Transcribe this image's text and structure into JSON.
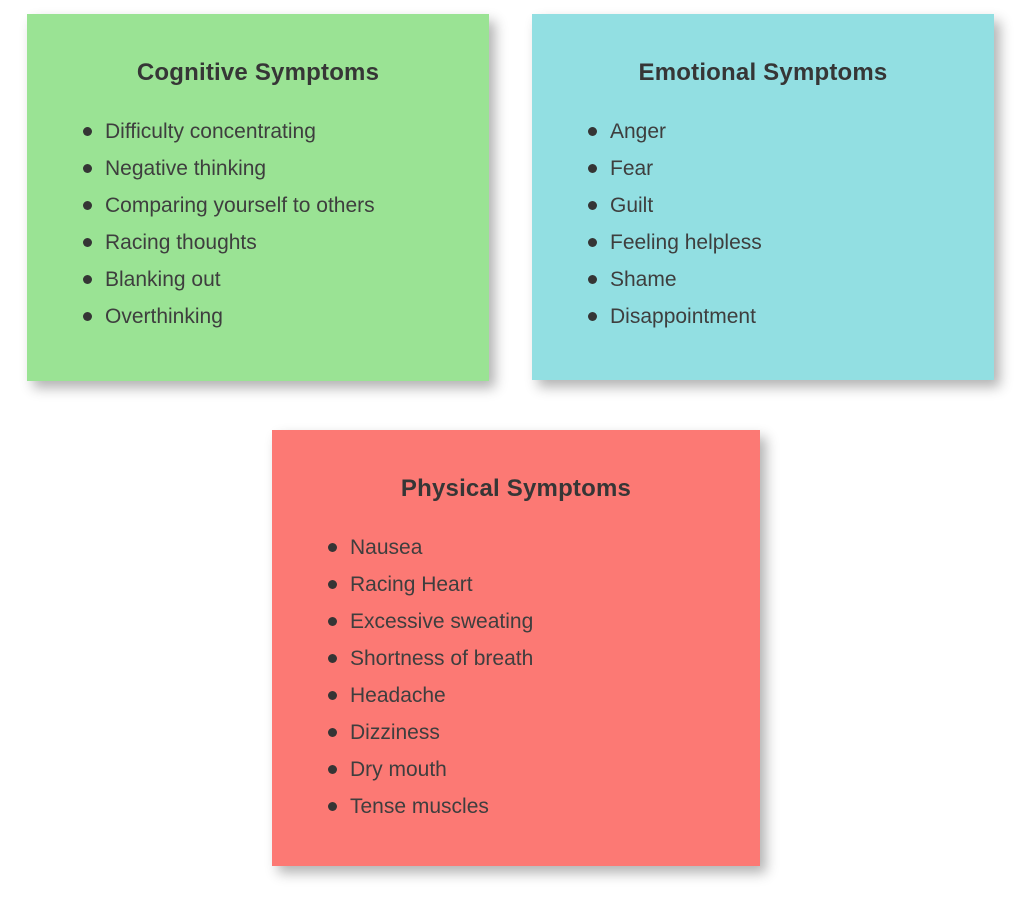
{
  "page": {
    "background_color": "#ffffff",
    "text_color": "#3e3e3e",
    "title_color": "#363636"
  },
  "cards": [
    {
      "name": "cognitive-symptoms",
      "title": "Cognitive Symptoms",
      "background_color": "#9ae394",
      "items": [
        "Difficulty concentrating",
        "Negative thinking",
        "Comparing yourself to others",
        "Racing thoughts",
        "Blanking out",
        "Overthinking"
      ]
    },
    {
      "name": "emotional-symptoms",
      "title": "Emotional Symptoms",
      "background_color": "#92dfe2",
      "items": [
        "Anger",
        "Fear",
        "Guilt",
        "Feeling helpless",
        "Shame",
        "Disappointment"
      ]
    },
    {
      "name": "physical-symptoms",
      "title": "Physical Symptoms",
      "background_color": "#fc7974",
      "items": [
        "Nausea",
        "Racing Heart",
        "Excessive sweating",
        "Shortness of breath",
        "Headache",
        "Dizziness",
        "Dry mouth",
        "Tense muscles"
      ]
    }
  ]
}
